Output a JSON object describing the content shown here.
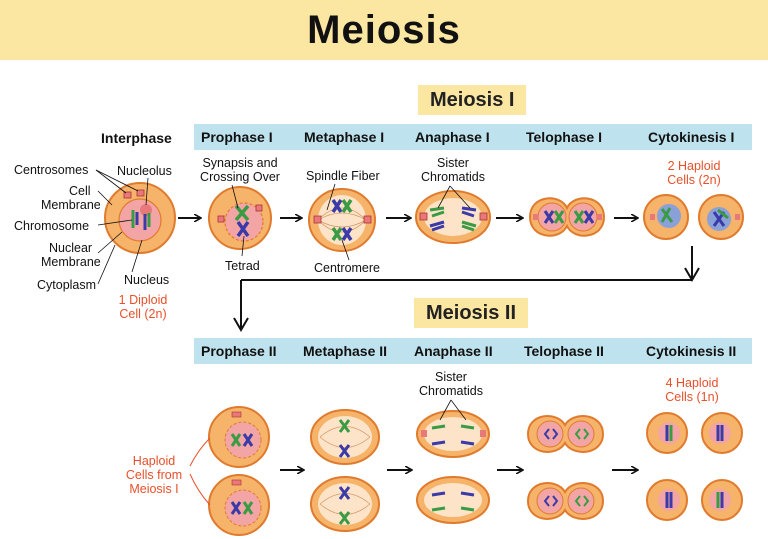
{
  "title": "Meiosis",
  "stages": {
    "meiosis1": "Meiosis I",
    "meiosis2": "Meiosis II"
  },
  "phases1": [
    "Prophase I",
    "Metaphase I",
    "Anaphase I",
    "Telophase I",
    "Cytokinesis I"
  ],
  "phases2": [
    "Prophase II",
    "Metaphase II",
    "Anaphase II",
    "Telophase II",
    "Cytokinesis II"
  ],
  "interphase": {
    "heading": "Interphase",
    "centrosomes": "Centrosomes",
    "nucleolus": "Nucleolus",
    "cell_membrane_1": "Cell",
    "cell_membrane_2": "Membrane",
    "chromosome": "Chromosome",
    "nuclear_membrane_1": "Nuclear",
    "nuclear_membrane_2": "Membrane",
    "nucleus": "Nucleus",
    "cytoplasm": "Cytoplasm",
    "diploid_1": "1 Diploid",
    "diploid_2": "Cell (2n)"
  },
  "labels1": {
    "synapsis_1": "Synapsis and",
    "synapsis_2": "Crossing Over",
    "tetrad": "Tetrad",
    "spindle": "Spindle Fiber",
    "centromere": "Centromere",
    "sister_1": "Sister",
    "sister_2": "Chromatids",
    "haploid_1": "2 Haploid",
    "haploid_2": "Cells (2n)"
  },
  "labels2": {
    "sister_1": "Sister",
    "sister_2": "Chromatids",
    "haploid_1": "4 Haploid",
    "haploid_2": "Cells (1n)",
    "from_1": "Haploid",
    "from_2": "Cells from",
    "from_3": "Meiosis I"
  },
  "colors": {
    "title_band": "#fbe6a2",
    "phase_band": "#bfe3ee",
    "cell_fill": "#f6b36a",
    "cell_edge": "#e07b2e",
    "nucleus_fill": "#f3a4a4",
    "chromosome_green": "#3a9b45",
    "chromosome_blue": "#3a3aa8",
    "annotation_red": "#e8502a"
  }
}
